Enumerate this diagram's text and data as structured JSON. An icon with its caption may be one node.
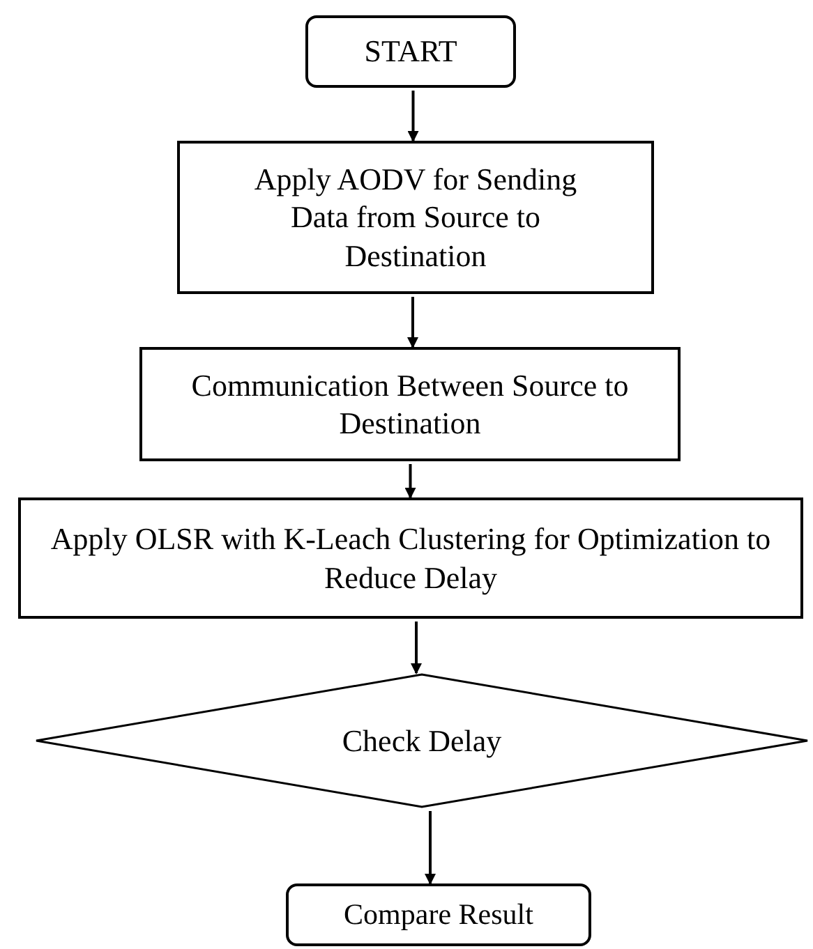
{
  "diagram": {
    "nodes": [
      {
        "text": [
          "START"
        ]
      },
      {
        "text": [
          "Apply AODV for Sending Data from Source to Destination"
        ]
      },
      {
        "text": [
          "Communication Between Source to Destination"
        ]
      },
      {
        "text": [
          "Apply OLSR with K-Leach Clustering for Optimization to Reduce Delay"
        ]
      },
      {
        "text": [
          "Check Delay"
        ]
      },
      {
        "text": [
          "Compare Result"
        ]
      }
    ],
    "edges": [
      {
        "from": 0,
        "to": 1,
        "arrow": "to"
      },
      {
        "from": 1,
        "to": 2,
        "arrow": "to"
      },
      {
        "from": 2,
        "to": 3,
        "arrow": "to"
      },
      {
        "from": 3,
        "to": 4,
        "arrow": "to"
      },
      {
        "from": 4,
        "to": 5,
        "arrow": "to"
      }
    ]
  }
}
